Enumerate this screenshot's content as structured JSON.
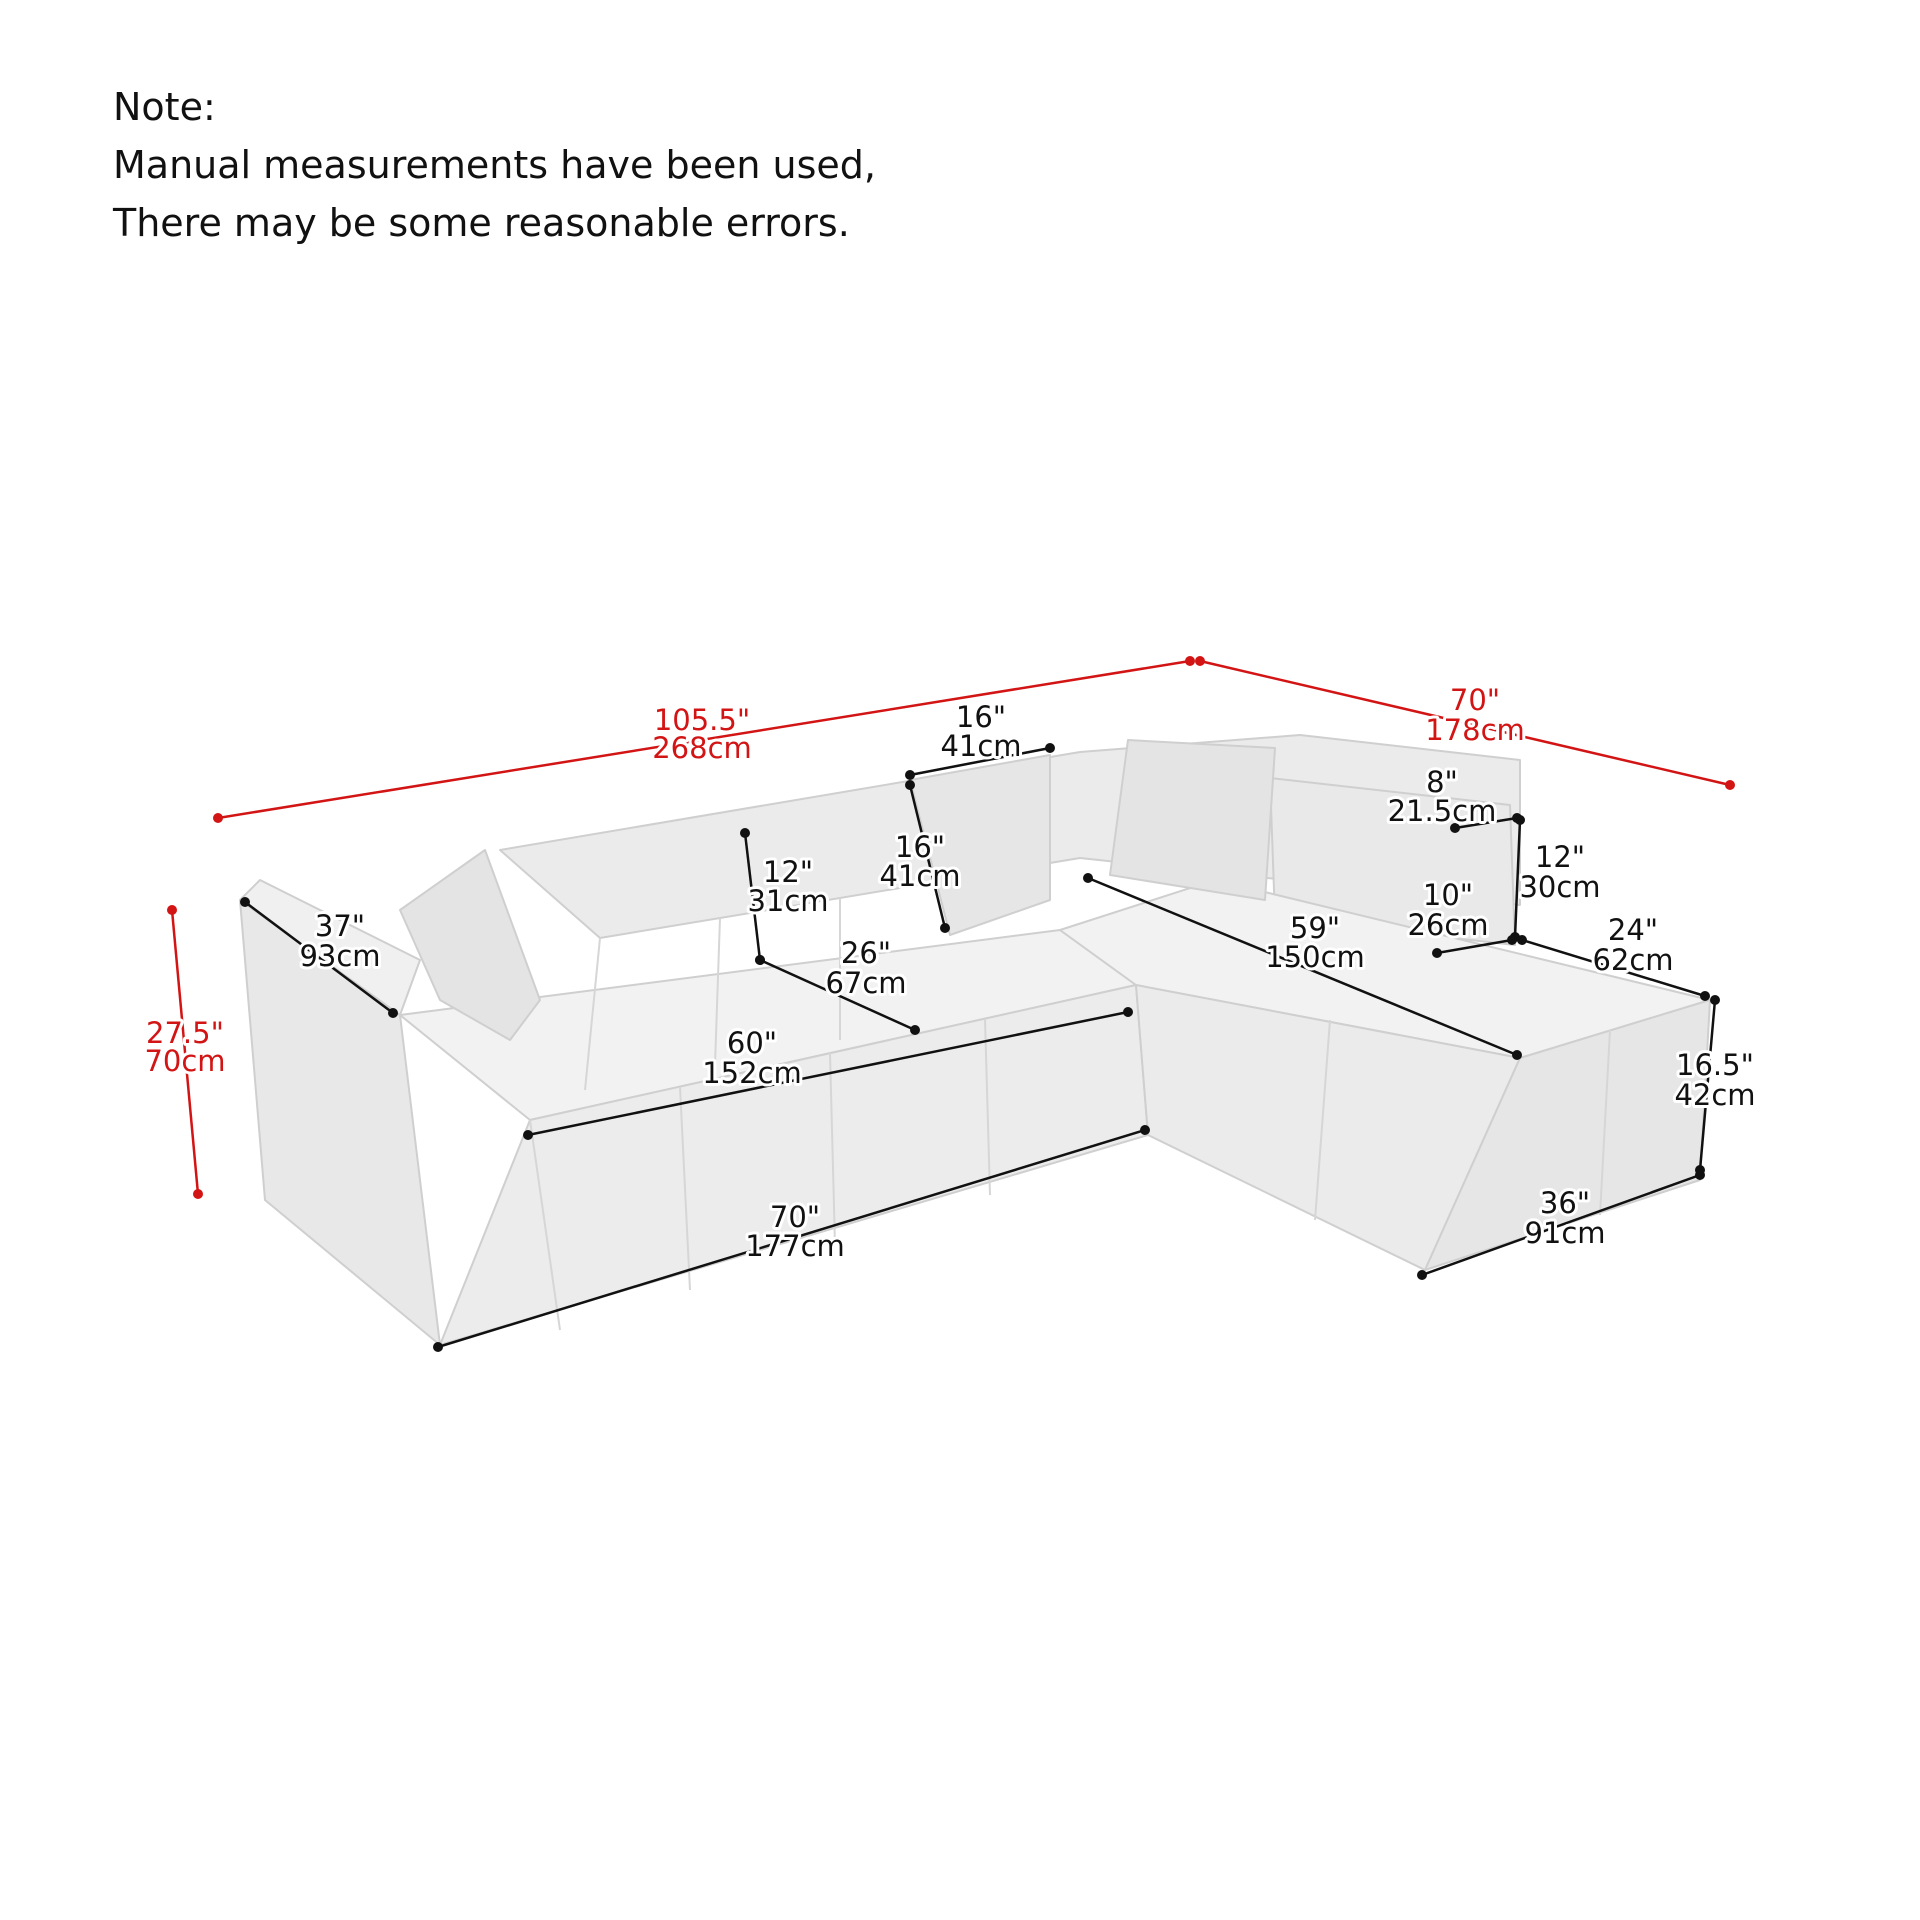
{
  "note": {
    "heading": "Note:",
    "line1": "Manual measurements have been used,",
    "line2": "There may be some reasonable errors."
  },
  "colors": {
    "overall_dimension": "#d31414",
    "detail_dimension": "#111111",
    "sofa_fill": "#efefef",
    "sofa_stroke": "#cfcfcf"
  },
  "dimensions": {
    "total_length": {
      "inch": "105.5\"",
      "cm": "268cm"
    },
    "total_depth_chaise": {
      "inch": "70\"",
      "cm": "178cm"
    },
    "total_height": {
      "inch": "27.5\"",
      "cm": "70cm"
    },
    "arm_depth": {
      "inch": "37\"",
      "cm": "93cm"
    },
    "back_height": {
      "inch": "12\"",
      "cm": "31cm"
    },
    "pillow_width": {
      "inch": "16\"",
      "cm": "41cm"
    },
    "pillow_height": {
      "inch": "16\"",
      "cm": "41cm"
    },
    "seat_depth": {
      "inch": "26\"",
      "cm": "67cm"
    },
    "seat_width": {
      "inch": "60\"",
      "cm": "152cm"
    },
    "base_length": {
      "inch": "70\"",
      "cm": "177cm"
    },
    "chaise_seat_length": {
      "inch": "59\"",
      "cm": "150cm"
    },
    "arm_width": {
      "inch": "8\"",
      "cm": "21.5cm"
    },
    "arm_height": {
      "inch": "12\"",
      "cm": "30cm"
    },
    "arm_inner": {
      "inch": "10\"",
      "cm": "26cm"
    },
    "chaise_seat_width": {
      "inch": "24\"",
      "cm": "62cm"
    },
    "seat_height": {
      "inch": "16.5\"",
      "cm": "42cm"
    },
    "chaise_width": {
      "inch": "36\"",
      "cm": "91cm"
    }
  }
}
